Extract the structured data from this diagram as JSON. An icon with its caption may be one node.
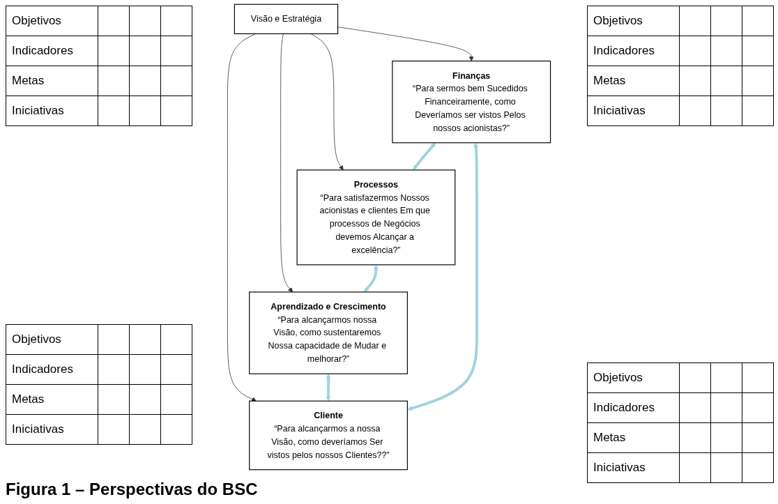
{
  "diagram": {
    "caption": "Figura 1 – Perspectivas do BSC",
    "nodes": [
      {
        "text": [
          "Finanças",
          "“Para sermos bem Sucedidos Financeiramente, como Deveríamos ser vistos Pelos nossos acionistas?”"
        ]
      },
      {
        "text": [
          "Cliente",
          "“Para alcançarmos a nossa Visão, como deveríamos Ser vistos pelos nossos Clientes??”"
        ]
      },
      {
        "text": [
          "Visão e Estratégia"
        ]
      },
      {
        "text": [
          "Processos",
          "“Para satisfazermos Nossos acionistas e clientes Em que processos de Negócios devemos Alcançar a excelência?”"
        ]
      },
      {
        "text": [
          "Aprendizado e Crescimento",
          "“Para alcançarmos nossa Visão, como sustentaremos Nossa capacidade de Mudar e melhorar?”"
        ]
      }
    ],
    "edges": [
      {
        "from": 2,
        "to": 0,
        "arrow": "to"
      },
      {
        "from": 2,
        "to": 1,
        "arrow": "to"
      },
      {
        "from": 2,
        "to": 3,
        "arrow": "to"
      },
      {
        "from": 2,
        "to": 4,
        "arrow": "to"
      },
      {
        "from": 1,
        "to": 0,
        "arrow": "both",
        "style": "thick",
        "color": "#9fd3dc"
      },
      {
        "from": 0,
        "to": 3,
        "arrow": "both",
        "style": "thick",
        "color": "#9fd3dc"
      },
      {
        "from": 3,
        "to": 4,
        "arrow": "both",
        "style": "thick",
        "color": "#9fd3dc"
      },
      {
        "from": 4,
        "to": 1,
        "arrow": "both",
        "style": "thick",
        "color": "#9fd3dc"
      }
    ],
    "labels": [
      "Objetivos",
      "Indicadores",
      "Metas",
      "Iniciativas",
      "Objetivos",
      "Indicadores",
      "Metas",
      "Iniciativas",
      "Objetivos",
      "Indicadores",
      "Metas",
      "Iniciativas",
      "Objetivos",
      "Indicadores",
      "Metas",
      "Iniciativas"
    ]
  }
}
